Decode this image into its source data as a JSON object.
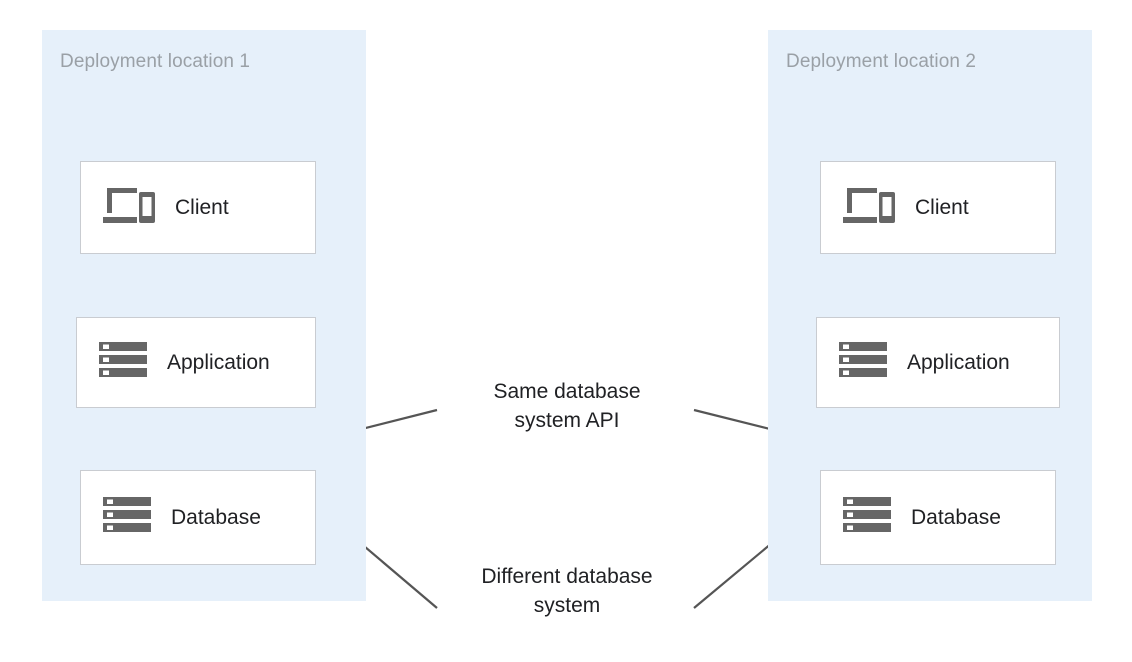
{
  "diagram": {
    "type": "architecture-diagram",
    "background_color": "#ffffff",
    "panel_color": "#e6f0fa",
    "node_fill": "#ffffff",
    "node_border": "#c9ccd1",
    "flow_arrow_color": "#4285f4",
    "annotation_arrow_color": "#555555",
    "panel_title_color": "#9aa0a6",
    "node_label_color": "#202124",
    "icon_color": "#666666"
  },
  "panels": [
    {
      "id": "left",
      "title": "Deployment location 1"
    },
    {
      "id": "right",
      "title": "Deployment location 2"
    }
  ],
  "nodes": {
    "left": [
      {
        "id": "client-1",
        "label": "Client",
        "icon": "devices-icon"
      },
      {
        "id": "app-1",
        "label": "Application",
        "icon": "server-stack-icon"
      },
      {
        "id": "db-1",
        "label": "Database",
        "icon": "server-stack-icon"
      }
    ],
    "right": [
      {
        "id": "client-2",
        "label": "Client",
        "icon": "devices-icon"
      },
      {
        "id": "app-2",
        "label": "Application",
        "icon": "server-stack-icon"
      },
      {
        "id": "db-2",
        "label": "Database",
        "icon": "server-stack-icon"
      }
    ]
  },
  "flows": [
    {
      "from": "client-1",
      "to": "app-1",
      "color": "#4285f4"
    },
    {
      "from": "app-1",
      "to": "db-1",
      "color": "#4285f4"
    },
    {
      "from": "client-2",
      "to": "app-2",
      "color": "#4285f4"
    },
    {
      "from": "app-2",
      "to": "db-2",
      "color": "#4285f4"
    }
  ],
  "annotations": [
    {
      "id": "same-database-system-api",
      "text": "Same database\nsystem API",
      "line1": "Same database",
      "line2": "system API",
      "points_to": [
        "db-1",
        "db-2"
      ]
    },
    {
      "id": "different-database-system",
      "text": "Different database\nsystem",
      "line1": "Different database",
      "line2": "system",
      "points_to": [
        "db-1",
        "db-2"
      ]
    }
  ]
}
